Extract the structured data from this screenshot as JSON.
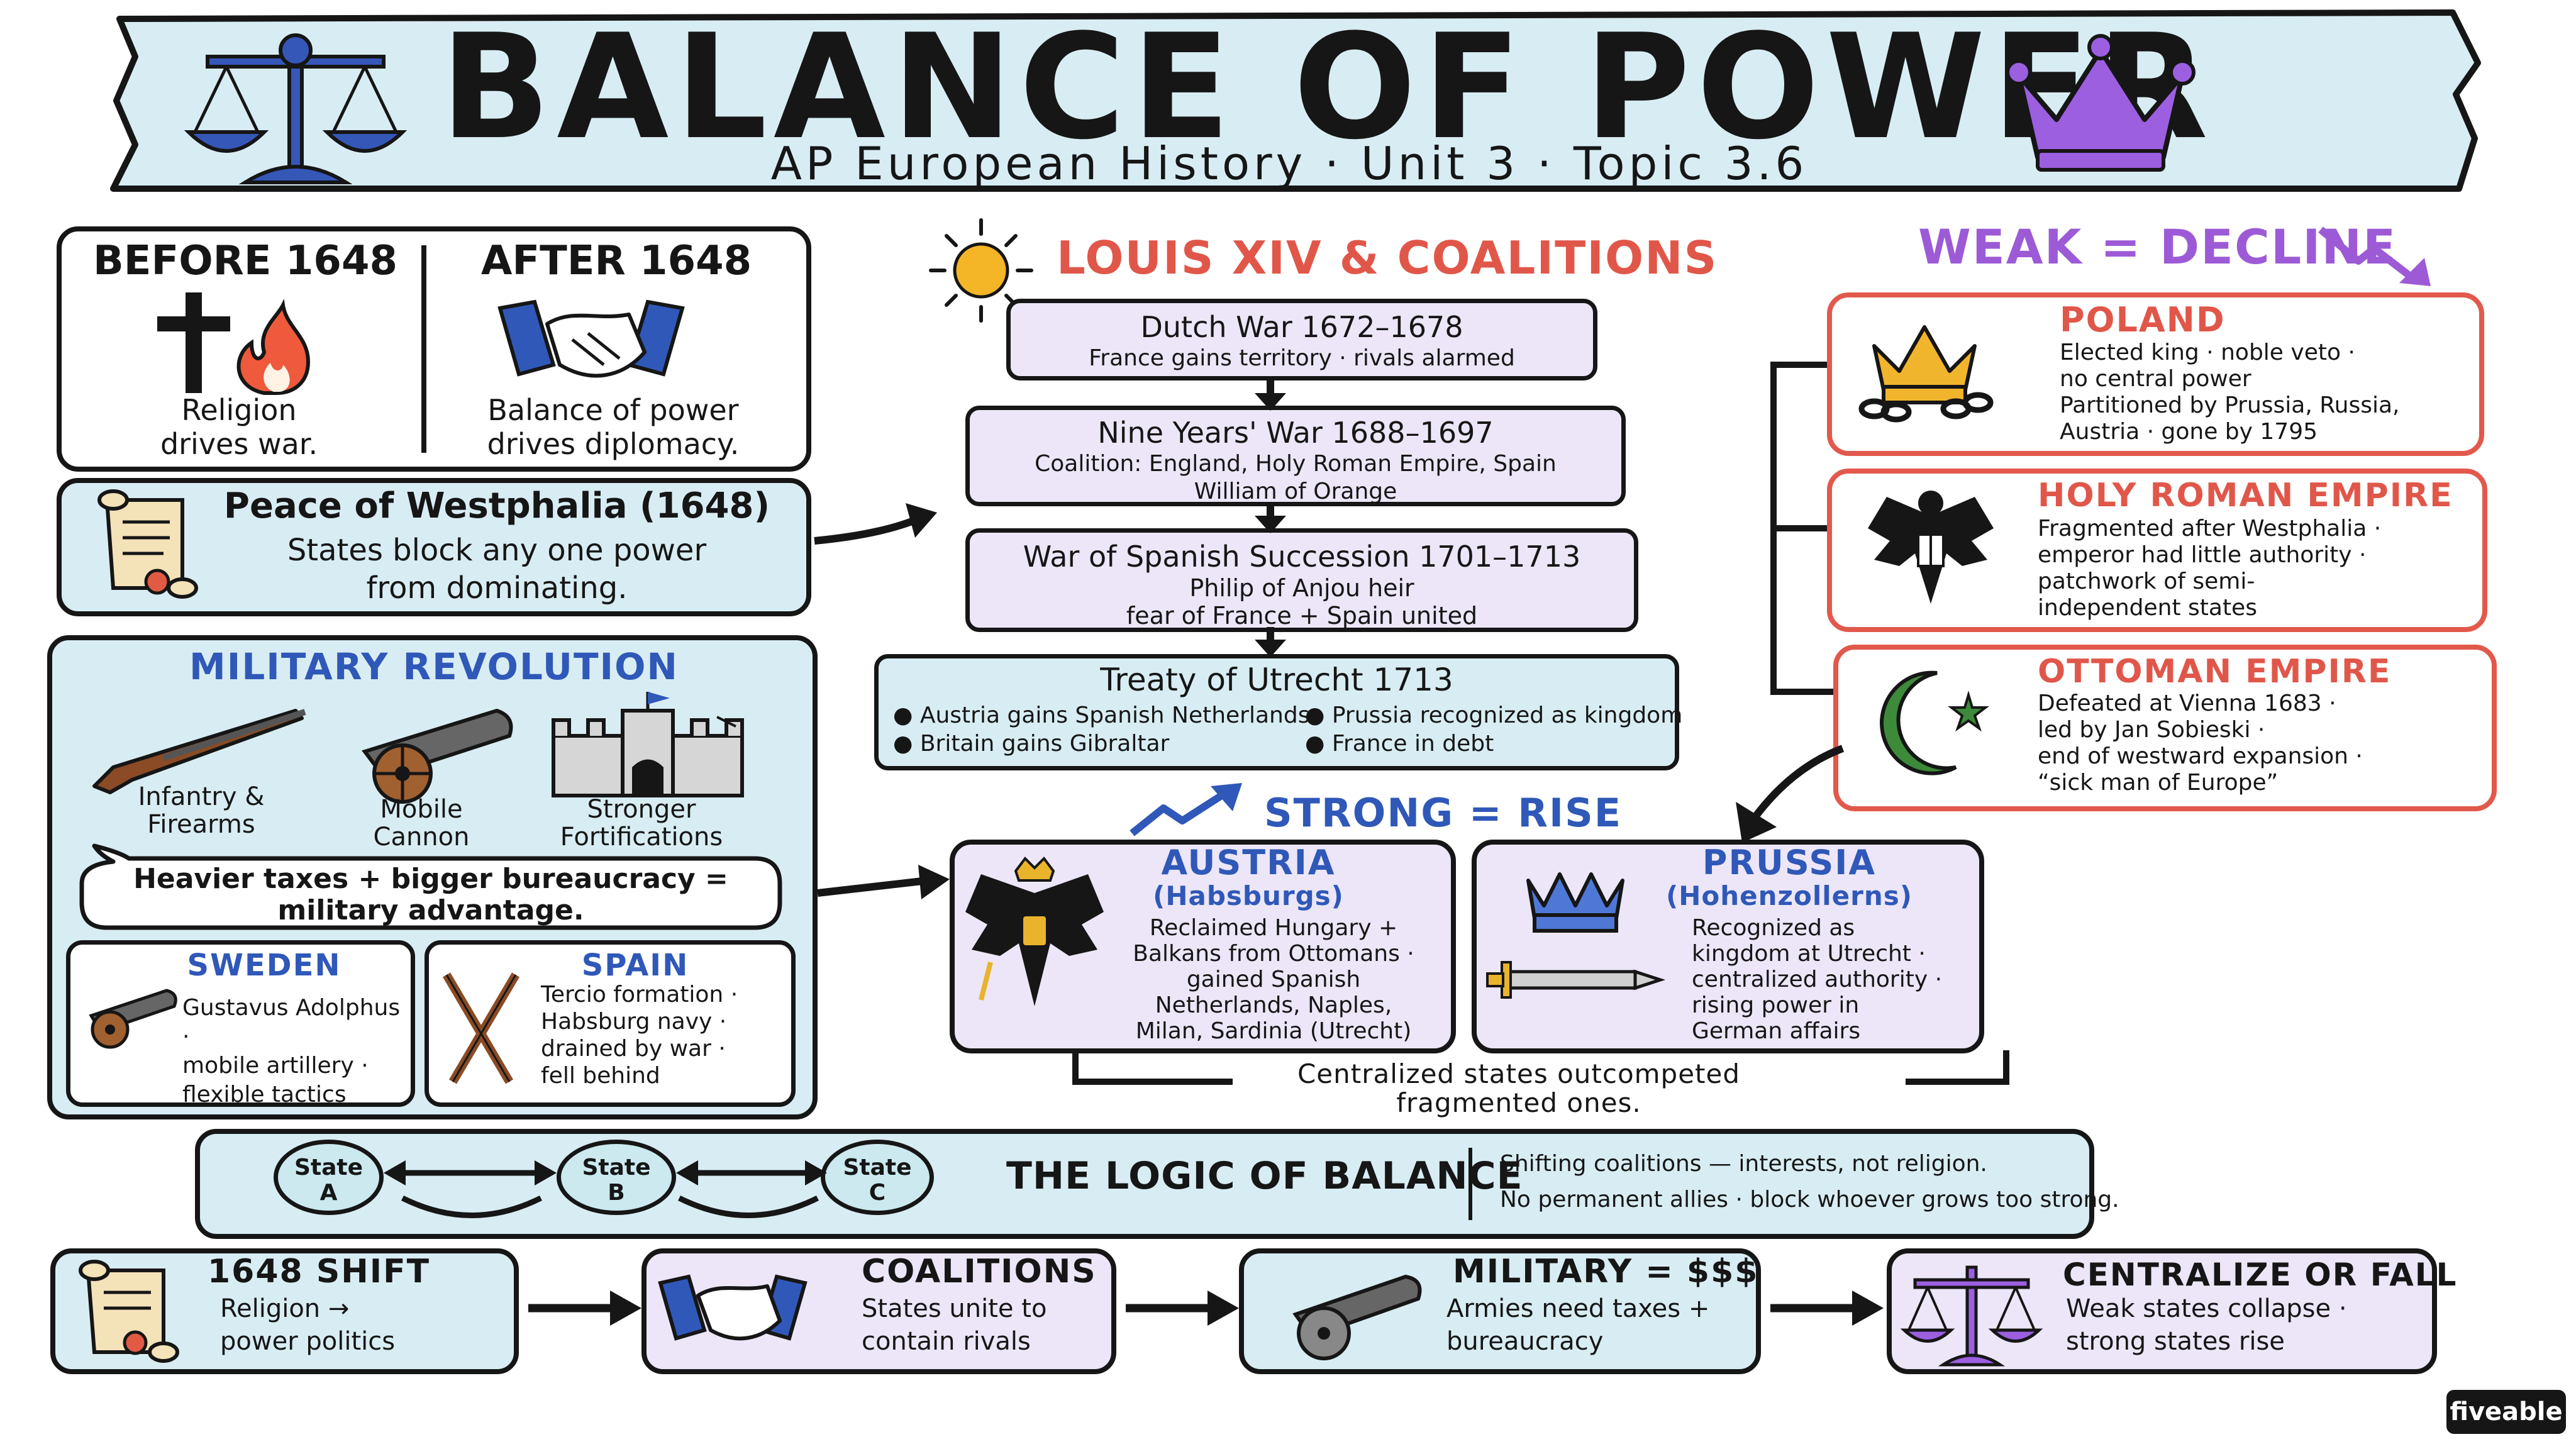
{
  "header": {
    "title": "BALANCE OF POWER",
    "subtitle": "AP European History · Unit 3 · Topic 3.6"
  },
  "before_after": {
    "before_title": "BEFORE 1648",
    "before_text": "Religion\ndrives war.",
    "after_title": "AFTER 1648",
    "after_text": "Balance of power\ndrives diplomacy."
  },
  "westphalia": {
    "title": "Peace of Westphalia (1648)",
    "text": "States block any one power\nfrom dominating."
  },
  "military": {
    "title": "MILITARY REVOLUTION",
    "items": [
      {
        "label": "Infantry &\nFirearms"
      },
      {
        "label": "Mobile\nCannon"
      },
      {
        "label": "Stronger\nFortifications"
      }
    ],
    "bubble": "Heavier taxes + bigger bureaucracy =\nmilitary advantage.",
    "sweden_title": "SWEDEN",
    "sweden_text": "Gustavus Adolphus ·\nmobile artillery ·\nflexible tactics",
    "spain_title": "SPAIN",
    "spain_text": "Tercio formation ·\nHabsburg navy ·\ndrained by war ·\nfell behind"
  },
  "louis": {
    "title": "LOUIS XIV & COALITIONS",
    "events": [
      {
        "title": "Dutch War 1672–1678",
        "detail": "France gains territory · rivals alarmed"
      },
      {
        "title": "Nine Years' War 1688–1697",
        "detail": "Coalition: England, Holy Roman Empire, Spain\nWilliam of Orange"
      },
      {
        "title": "War of Spanish Succession 1701–1713",
        "detail": "Philip of Anjou heir\nfear of France + Spain united"
      }
    ],
    "utrecht_title": "Treaty of Utrecht 1713",
    "utrecht_bullets": [
      "Austria gains Spanish Netherlands",
      "Prussia recognized as kingdom",
      "Britain gains Gibraltar",
      "France in debt"
    ]
  },
  "weak": {
    "title": "WEAK = DECLINE",
    "states": [
      {
        "name": "POLAND",
        "text": "Elected king · noble veto ·\nno central power\nPartitioned by Prussia, Russia,\nAustria · gone by 1795"
      },
      {
        "name": "HOLY ROMAN EMPIRE",
        "text": "Fragmented after Westphalia ·\nemperor had little authority ·\npatchwork of semi-\nindependent states"
      },
      {
        "name": "OTTOMAN EMPIRE",
        "text": "Defeated at Vienna 1683 ·\nled by Jan Sobieski ·\nend of westward expansion ·\n“sick man of Europe”"
      }
    ]
  },
  "strong": {
    "title": "STRONG = RISE",
    "austria_name": "AUSTRIA",
    "austria_sub": "(Habsburgs)",
    "austria_text": "Reclaimed Hungary +\nBalkans from Ottomans ·\ngained Spanish\nNetherlands, Naples,\nMilan, Sardinia (Utrecht)",
    "prussia_name": "PRUSSIA",
    "prussia_sub": "(Hohenzollerns)",
    "prussia_text": "Recognized as\nkingdom at Utrecht ·\ncentralized authority ·\nrising power in\nGerman affairs",
    "caption": "Centralized states outcompeted\nfragmented ones."
  },
  "logic": {
    "title": "THE LOGIC OF BALANCE",
    "states": [
      "State\nA",
      "State\nB",
      "State\nC"
    ],
    "line1": "Shifting coalitions — interests, not religion.",
    "line2": "No permanent allies · block whoever grows too strong."
  },
  "summary": [
    {
      "title": "1648 SHIFT",
      "text": "Religion →\npower politics"
    },
    {
      "title": "COALITIONS",
      "text": "States unite to\ncontain rivals"
    },
    {
      "title": "MILITARY = $$$",
      "text": "Armies need taxes +\nbureaucracy"
    },
    {
      "title": "CENTRALIZE OR FALL",
      "text": "Weak states collapse ·\nstrong states rise"
    }
  ],
  "brand": "fiveable",
  "colors": {
    "banner": "#d8edf3",
    "lavender": "#ece6f8",
    "red": "#e2594c",
    "blue": "#2f58b8",
    "purple": "#9d5ad6"
  }
}
